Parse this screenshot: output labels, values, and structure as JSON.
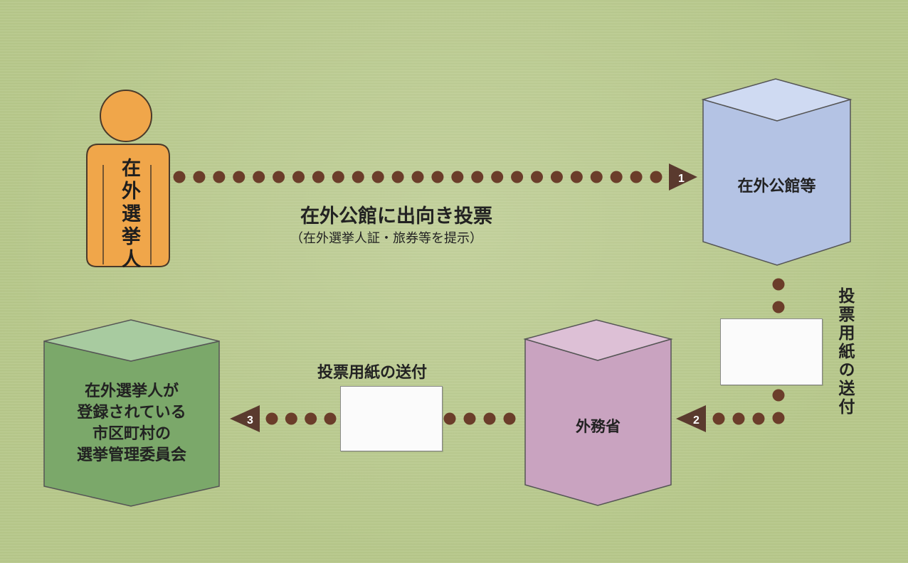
{
  "person": {
    "label": "在外選挙人"
  },
  "embassy": {
    "label": "在外公館等"
  },
  "mofa": {
    "label": "外務省"
  },
  "committee": {
    "lines": [
      "在外選挙人が",
      "登録されている",
      "市区町村の",
      "選挙管理委員会"
    ]
  },
  "flow1": {
    "step": "1",
    "label": "在外公館に出向き投票",
    "sublabel": "（在外選挙人証・旅券等を提示）"
  },
  "flow2": {
    "step": "2",
    "label": "投票用紙の送付"
  },
  "flow3": {
    "step": "3",
    "label": "投票用紙の送付"
  },
  "colors": {
    "dot": "#6b3d2a",
    "arrow": "#5a3a2e",
    "person": "#f0a64a",
    "embassy_front": "#b4c3e4",
    "embassy_top": "#cfdaf2",
    "mofa_front": "#c9a3c0",
    "mofa_top": "#ddc0d6",
    "committee_front": "#7ba86a",
    "committee_top": "#a8cba0"
  }
}
